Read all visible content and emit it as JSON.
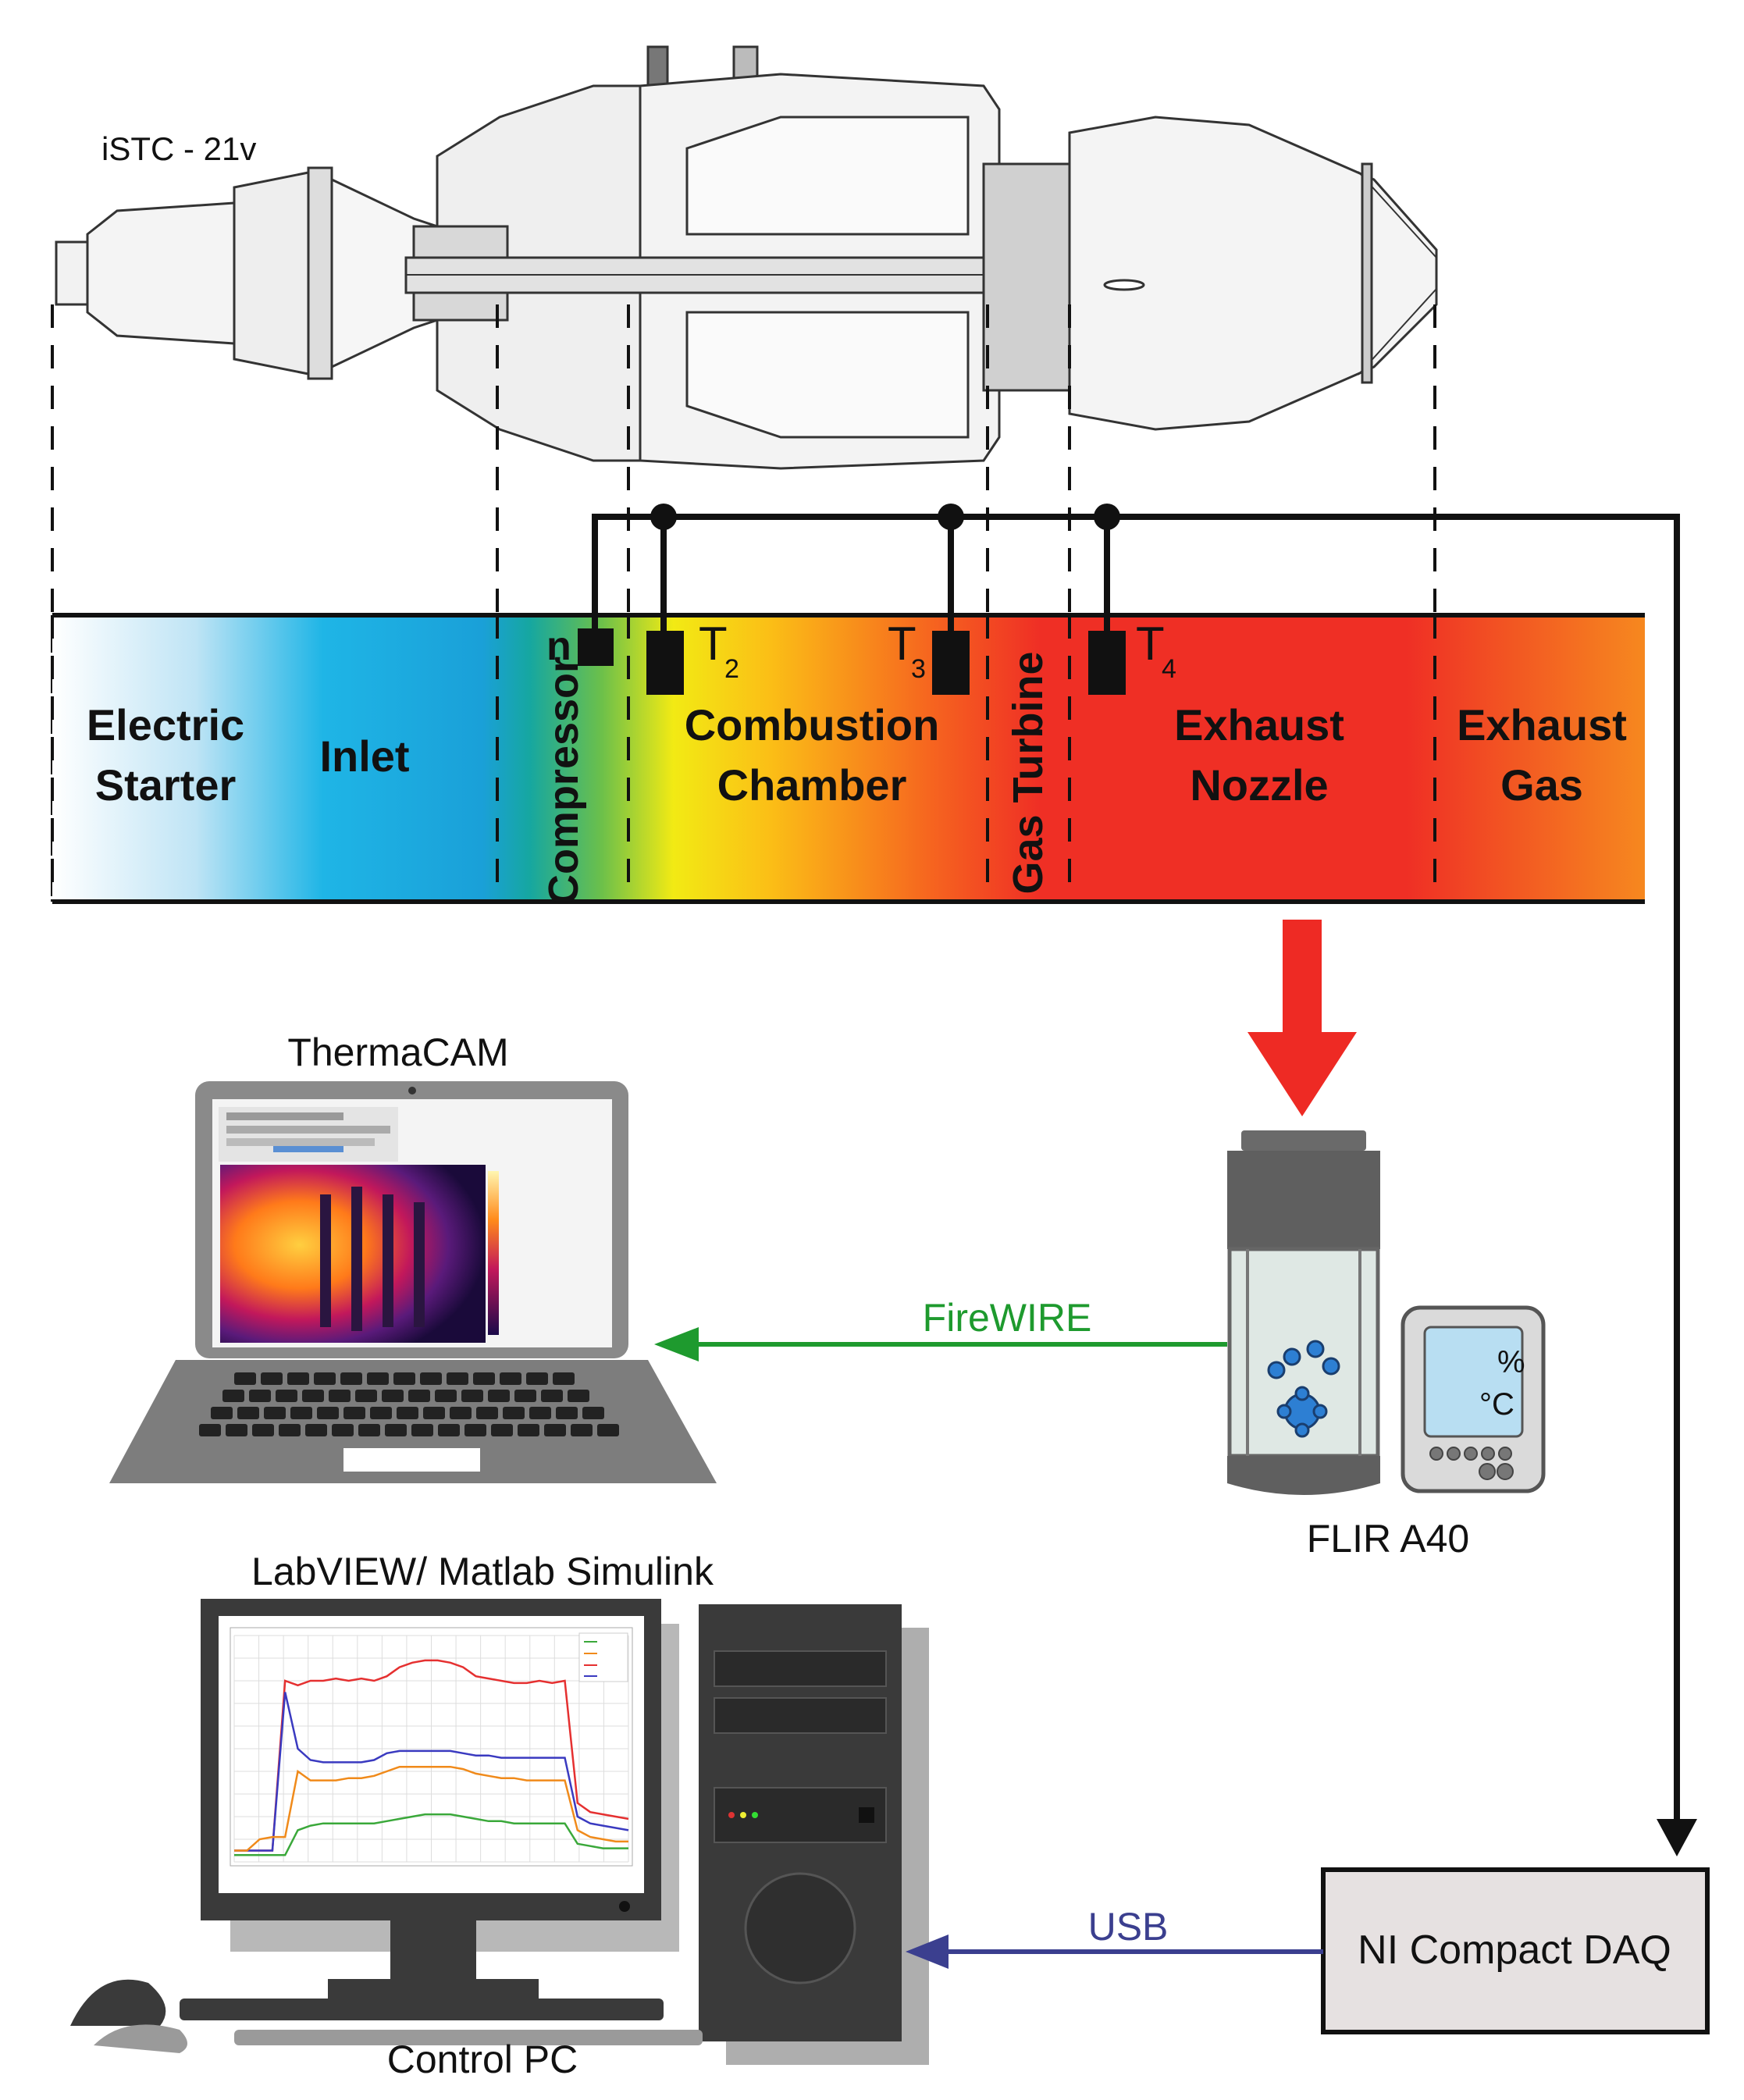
{
  "engine": {
    "model_label": "iSTC - 21v"
  },
  "sections": {
    "electric_starter": [
      "Electric",
      "Starter"
    ],
    "inlet": "Inlet",
    "compressor": "Compressor",
    "combustion_chamber": [
      "Combustion",
      "Chamber"
    ],
    "gas_turbine": "Gas Turbine",
    "exhaust_nozzle": [
      "Exhaust",
      "Nozzle"
    ],
    "exhaust_gas": [
      "Exhaust",
      "Gas"
    ]
  },
  "sensors": {
    "n": "n",
    "t2": {
      "letter": "T",
      "sub": "2"
    },
    "t3": {
      "letter": "T",
      "sub": "3"
    },
    "t4": {
      "letter": "T",
      "sub": "4"
    }
  },
  "devices": {
    "laptop_label": "ThermaCAM",
    "camera_label": "FLIR A40",
    "pc_software_label": "LabVIEW/ Matlab Simulink",
    "pc_label": "Control PC",
    "daq_label": "NI Compact DAQ",
    "display_percent": "%",
    "display_celsius": "°C"
  },
  "connections": {
    "firewire_label": "FireWIRE",
    "usb_label": "USB"
  },
  "colors": {
    "firewire": "#1e9a2e",
    "usb": "#3b3f8f",
    "arrow_red": "#ee2a24",
    "line": "#111111"
  },
  "chart_data": {
    "type": "line",
    "title": "",
    "series": [
      {
        "color": "#e53030",
        "values": [
          5,
          5,
          5,
          5,
          80,
          78,
          80,
          80,
          81,
          80,
          81,
          80,
          82,
          86,
          88,
          89,
          89,
          88,
          86,
          82,
          81,
          80,
          79,
          79,
          80,
          79,
          80,
          26,
          22,
          21,
          20,
          19
        ]
      },
      {
        "color": "#3a3ac0",
        "values": [
          5,
          5,
          5,
          5,
          75,
          50,
          45,
          44,
          44,
          44,
          44,
          45,
          48,
          49,
          49,
          49,
          49,
          49,
          48,
          47,
          47,
          46,
          46,
          46,
          46,
          46,
          46,
          20,
          17,
          16,
          15,
          14
        ]
      },
      {
        "color": "#f08a1a",
        "values": [
          5,
          5,
          10,
          11,
          11,
          40,
          36,
          36,
          36,
          37,
          37,
          38,
          40,
          42,
          42,
          42,
          42,
          42,
          41,
          39,
          38,
          37,
          37,
          36,
          36,
          36,
          36,
          14,
          11,
          10,
          9,
          9
        ]
      },
      {
        "color": "#3aa83a",
        "values": [
          3,
          3,
          3,
          3,
          3,
          14,
          16,
          17,
          17,
          17,
          17,
          17,
          18,
          19,
          20,
          21,
          21,
          21,
          20,
          19,
          18,
          18,
          17,
          17,
          17,
          17,
          17,
          8,
          7,
          6,
          6,
          6
        ]
      }
    ],
    "ylim": [
      0,
      100
    ]
  }
}
